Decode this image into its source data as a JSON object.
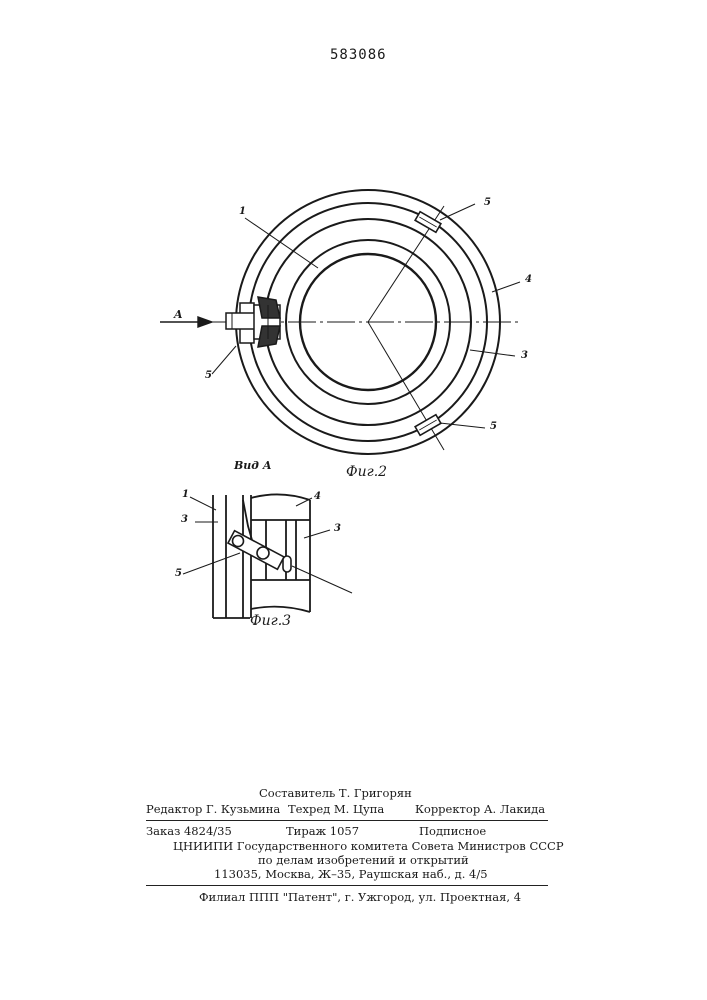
{
  "patent_number": "583086",
  "figure2": {
    "caption": "Фиг.2",
    "arrow_label": "A",
    "labels": {
      "l1": "1",
      "l3": "3",
      "l4": "4",
      "l5_top": "5",
      "l5_left": "5",
      "l5_bottom": "5"
    }
  },
  "figure3": {
    "view_label": "Вид А",
    "caption": "Фиг.3",
    "labels": {
      "l1": "1",
      "l3_left": "3",
      "l4": "4",
      "l3_right": "3",
      "l5": "5"
    }
  },
  "footer": {
    "compiler": "Составитель Т. Григорян",
    "editor": "Редактор Г. Кузьмина",
    "tech_editor": "Техред М. Цупа",
    "corrector": "Корректор А. Лакида",
    "order": "Заказ 4824/35",
    "circulation": "Тираж 1057",
    "subscription": "Подписное",
    "org_line1": "ЦНИИПИ Государственного комитета Совета Министров СССР",
    "org_line2": "по делам изобретений и открытий",
    "address": "113035, Москва, Ж–35, Раушская наб., д. 4/5",
    "branch": "Филиал ППП \"Патент\", г. Ужгород, ул. Проектная, 4"
  }
}
